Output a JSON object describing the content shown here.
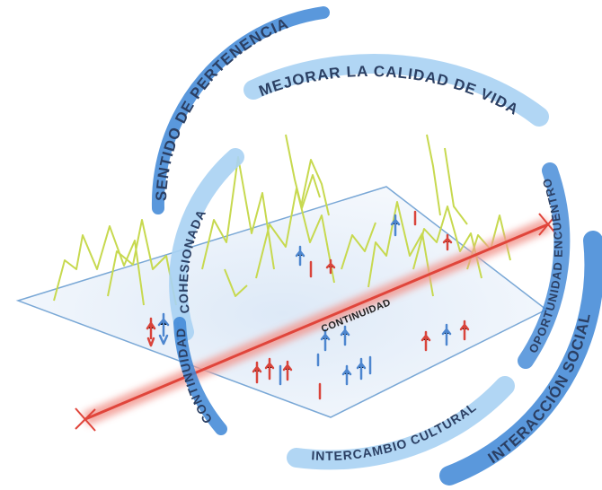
{
  "labels": {
    "sentido": "SENTIDO DE PERTENENCIA",
    "mejorar": "MEJORAR LA CALIDAD DE VIDA",
    "cohesionada": "COHESIONADA",
    "continuidad_arc": "CONTINUIDAD",
    "continuidad_center": "CONTINUIDAD",
    "oportunidad": "OPORTUNIDAD ENCUENTRO",
    "interaccion": "INTERACCIÓN SOCIAL",
    "intercambio": "INTERCAMBIO CULTURAL"
  },
  "colors": {
    "arc_dark": "#3d86d6",
    "arc_light": "#a9d2f3",
    "plane_line": "#7aa8d6",
    "plane_fill": "#e9f1fb",
    "axis": "#e0453b",
    "trees": "#c7d94f",
    "figure_red": "#d9443b",
    "figure_blue": "#4d86cf"
  }
}
